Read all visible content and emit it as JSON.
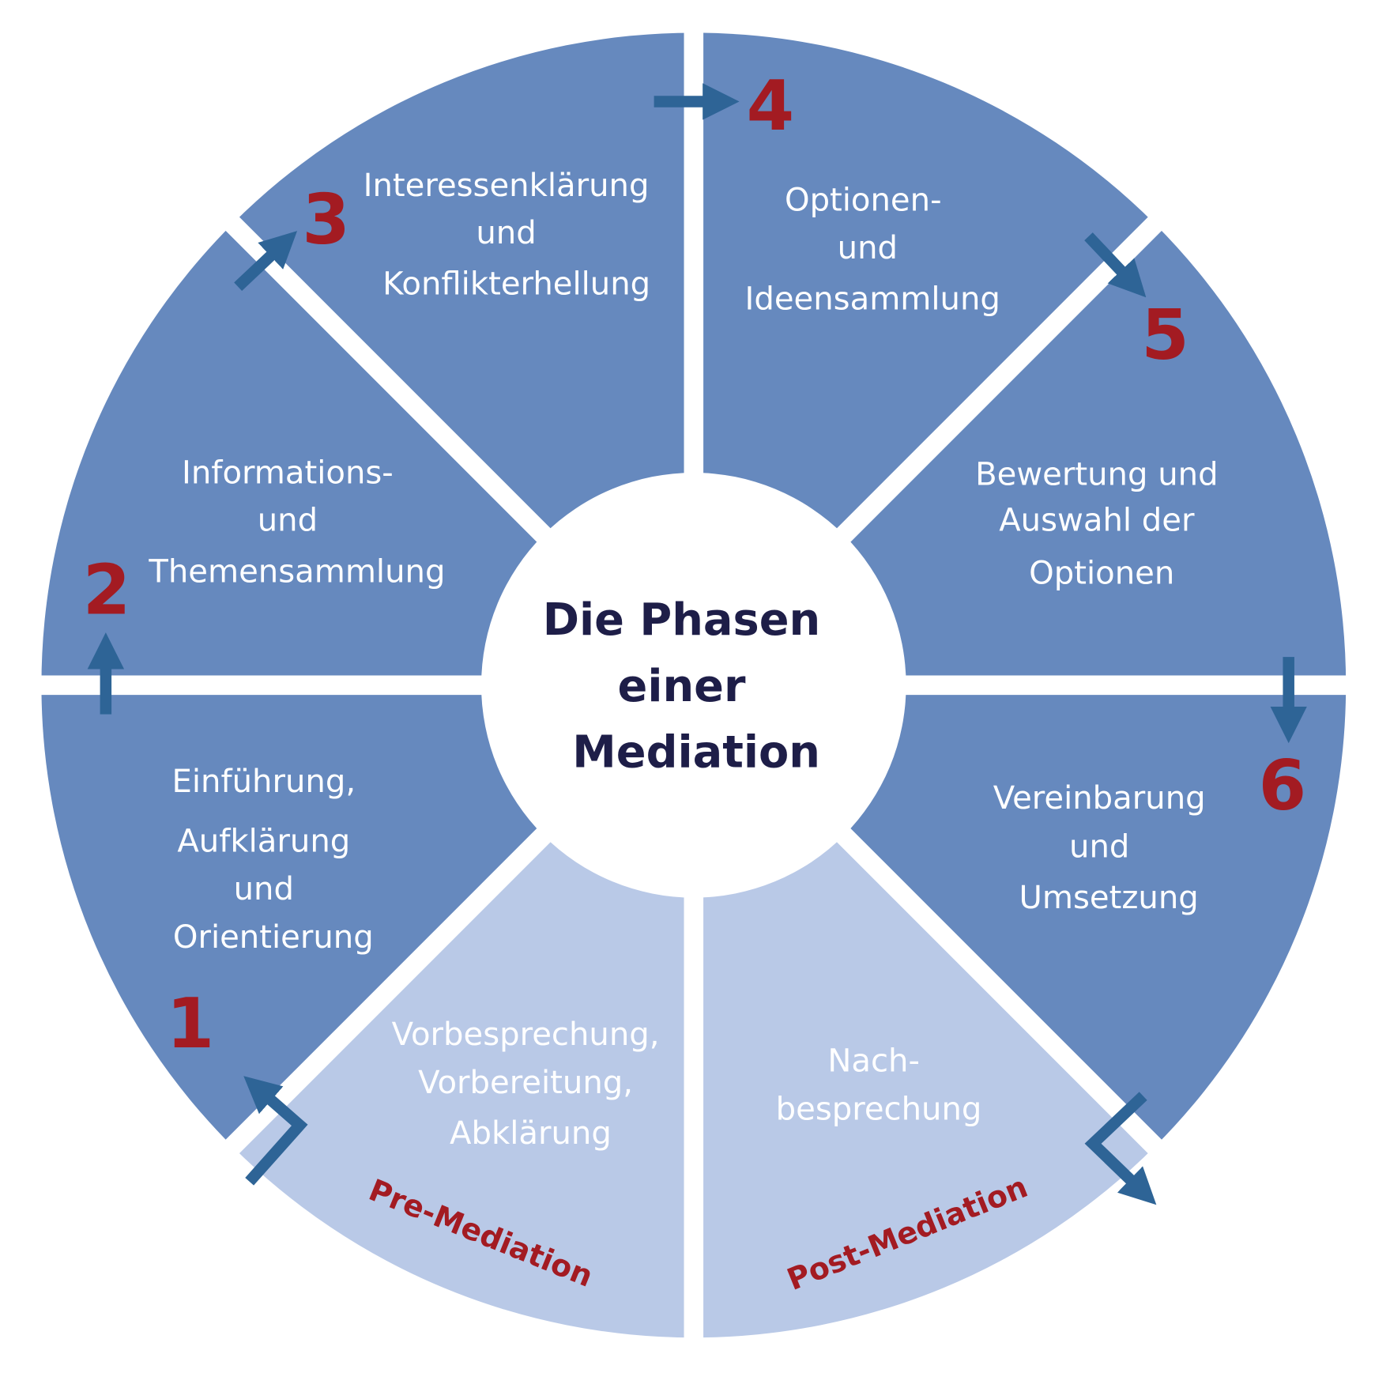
{
  "title": [
    "Die Phasen",
    "einer",
    "Mediation"
  ],
  "colors": {
    "dark_segment": "#6689be",
    "light_segment": "#b9c9e7",
    "number": "#a31b22",
    "arrow": "#2e6496",
    "title": "#1e1e48"
  },
  "phases": [
    {
      "number": "1",
      "lines": [
        "Einführung,",
        "Aufklärung",
        "und",
        "Orientierung"
      ]
    },
    {
      "number": "2",
      "lines": [
        "Informations-",
        "und",
        "Themensammlung"
      ]
    },
    {
      "number": "3",
      "lines": [
        "Interessenklärung",
        "und",
        "Konflikterhellung"
      ]
    },
    {
      "number": "4",
      "lines": [
        "Optionen-",
        "und",
        "Ideensammlung"
      ]
    },
    {
      "number": "5",
      "lines": [
        "Bewertung und",
        "Auswahl der",
        "Optionen"
      ]
    },
    {
      "number": "6",
      "lines": [
        "Vereinbarung",
        "und",
        "Umsetzung"
      ]
    }
  ],
  "pre": {
    "label": "Pre-Mediation",
    "lines": [
      "Vorbesprechung,",
      "Vorbereitung,",
      "Abklärung"
    ]
  },
  "post": {
    "label": "Post-Mediation",
    "lines": [
      "Nach-",
      "besprechung"
    ]
  }
}
